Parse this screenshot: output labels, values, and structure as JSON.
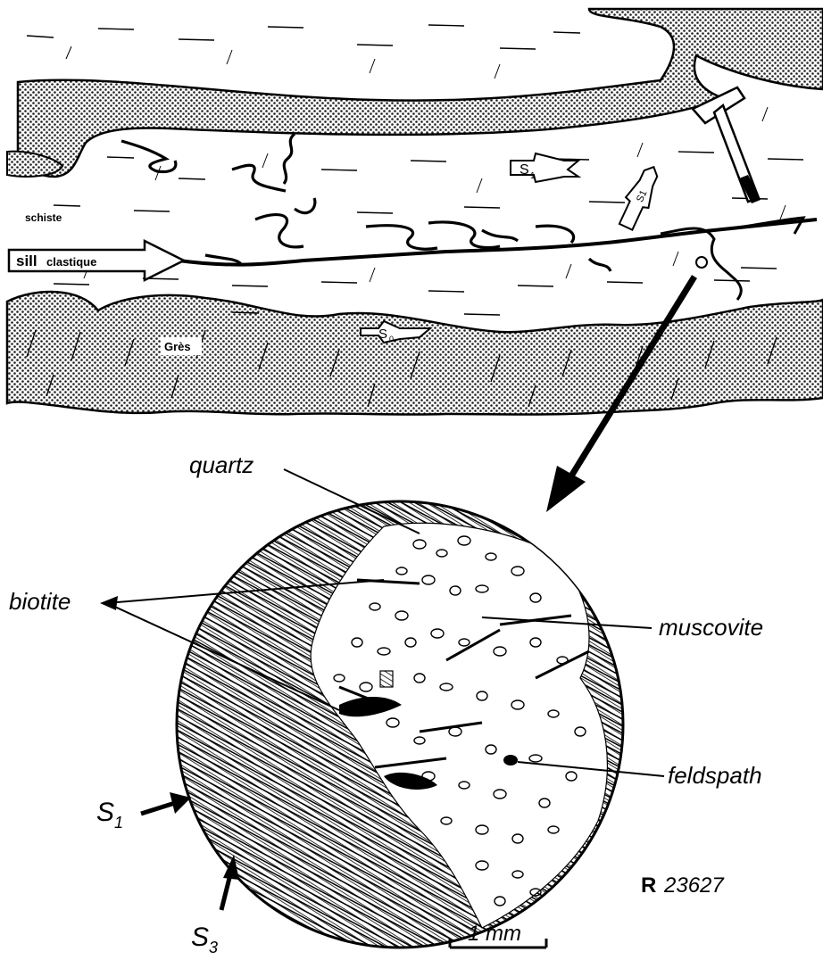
{
  "labels": {
    "schiste": "schiste",
    "sill_word": "sill",
    "sill_clastique": "clastique",
    "gres": "Grès",
    "s1_top": "S",
    "s1_top_sub": "1",
    "s0": "S",
    "s0_sub": "0",
    "s1_rot": "S1",
    "quartz": "quartz",
    "biotite": "biotite",
    "muscovite": "muscovite",
    "feldspath": "feldspath",
    "s1_thin": "S",
    "s1_thin_sub": "1",
    "s3_thin": "S",
    "s3_thin_sub": "3",
    "scale": "1 mm",
    "reference_prefix": "R",
    "reference_number": "23627"
  },
  "colors": {
    "ink": "#000000",
    "paper": "#ffffff",
    "stipple": "#3a3a3a"
  }
}
